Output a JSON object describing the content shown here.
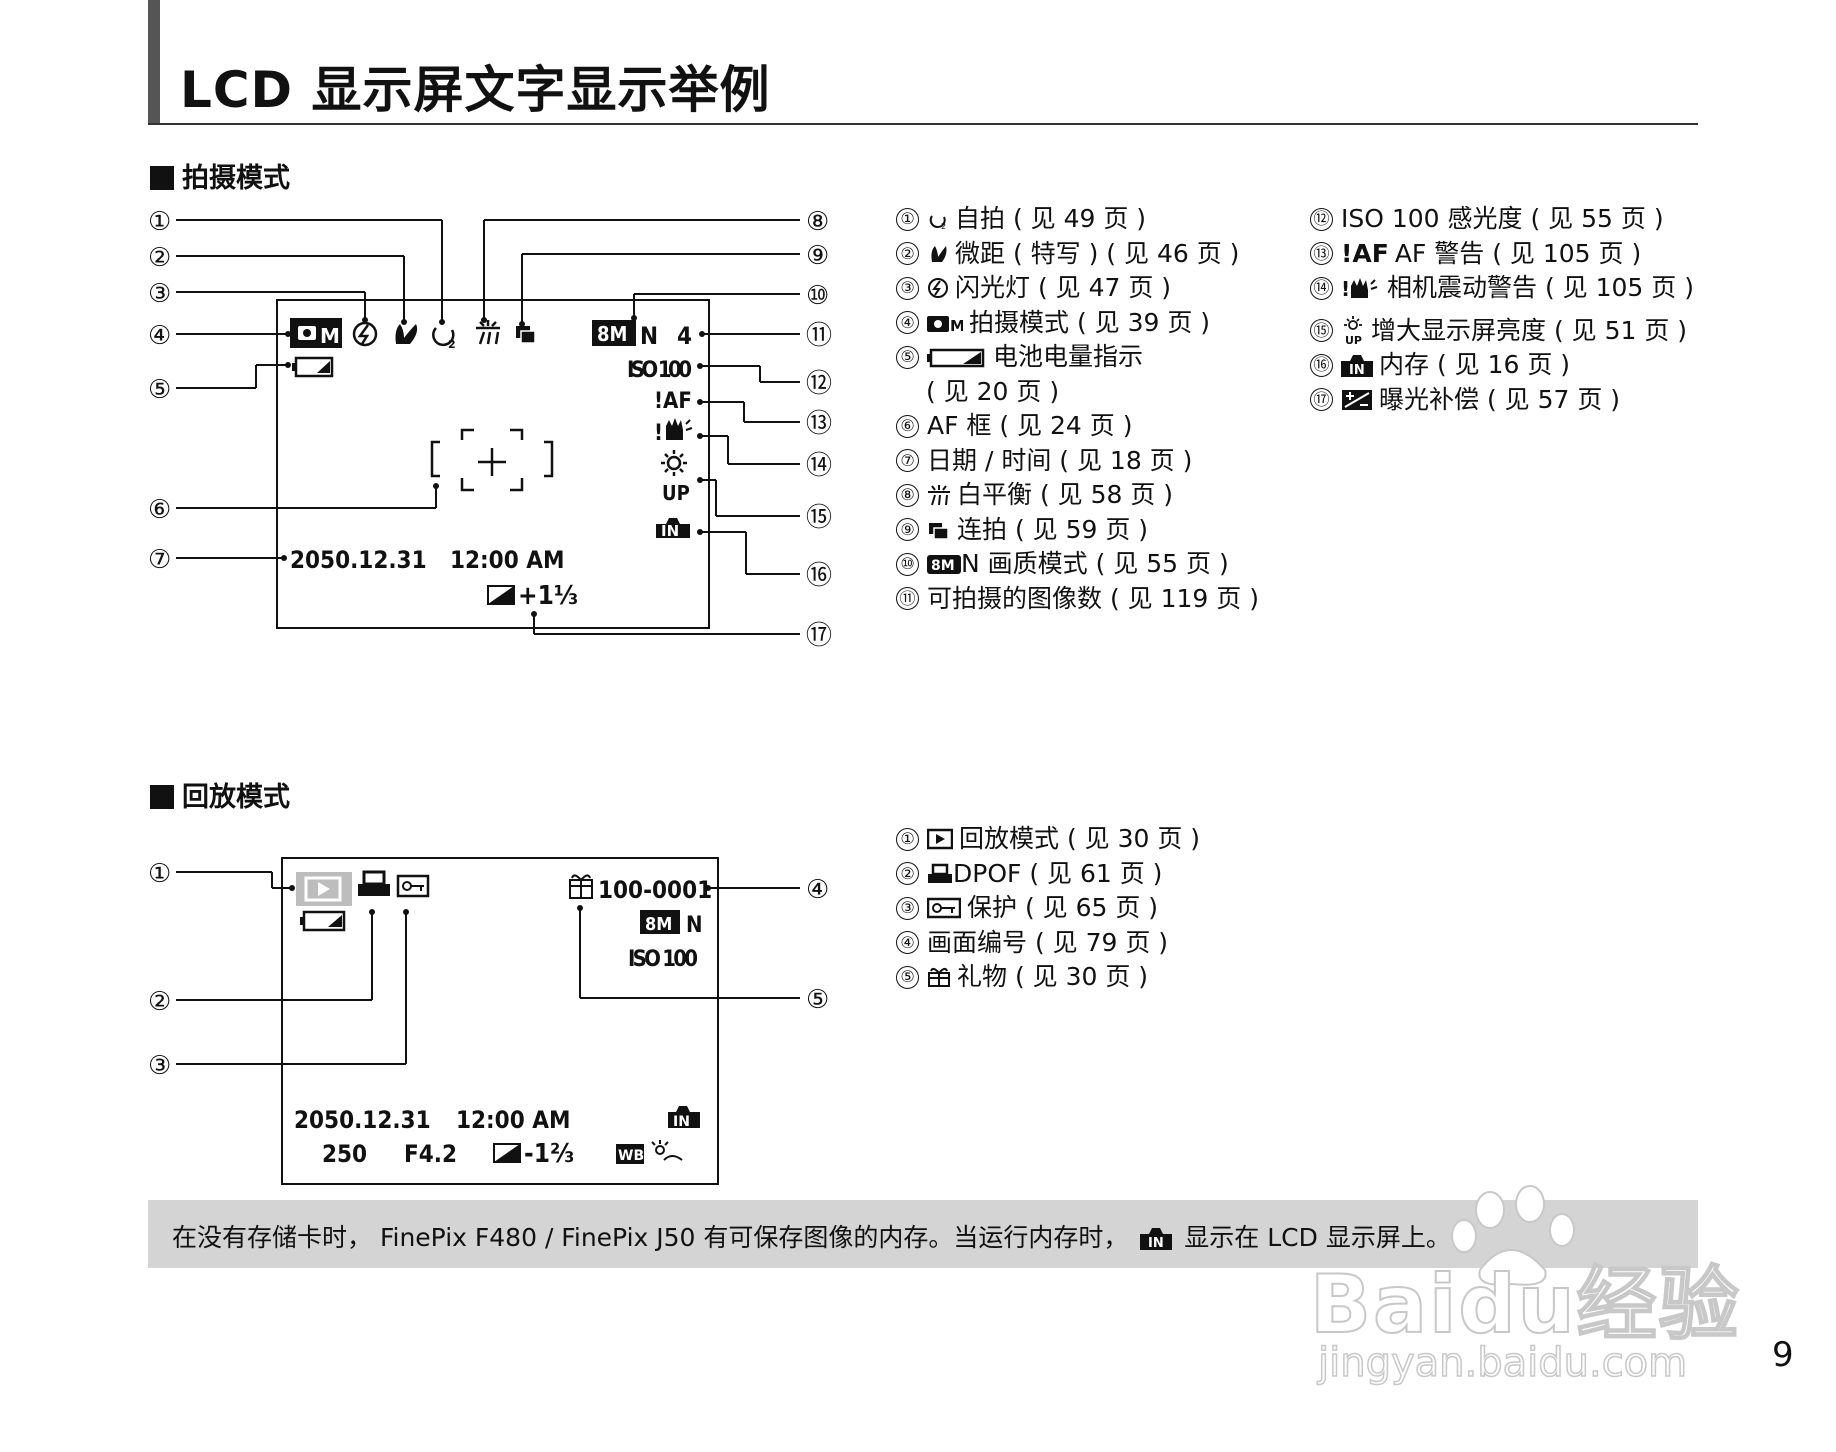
{
  "page_title": "LCD 显示屏文字显示举例",
  "shooting_section": {
    "title": "拍摄模式",
    "lcd": {
      "quality": "8M",
      "quality_suffix": "N",
      "shots_left": "4",
      "iso": "ISO 100",
      "af_warning": "!AF",
      "boost_label": "UP",
      "memory_label": "IN",
      "date": "2050.12.31",
      "time": "12:00 AM",
      "exposure": "+1⅓"
    },
    "callouts": [
      "①",
      "②",
      "③",
      "④",
      "⑤",
      "⑥",
      "⑦",
      "⑧",
      "⑨",
      "⑩",
      "⑪",
      "⑫",
      "⑬",
      "⑭",
      "⑮",
      "⑯",
      "⑰"
    ],
    "legend_col1": [
      {
        "n": "①",
        "icon": "self-timer-icon",
        "text": "自拍 ( 见 49 页 )"
      },
      {
        "n": "②",
        "icon": "macro-icon",
        "text": "微距 ( 特写 ) ( 见 46 页 )"
      },
      {
        "n": "③",
        "icon": "flash-icon",
        "text": "闪光灯 ( 见 47 页 )"
      },
      {
        "n": "④",
        "icon": "camera-mode-icon",
        "text": "拍摄模式 ( 见 39 页 )"
      },
      {
        "n": "⑤",
        "icon": "battery-icon",
        "text": "电池电量指示"
      },
      {
        "n": "",
        "icon": "",
        "text": "( 见 20 页 )"
      },
      {
        "n": "⑥",
        "icon": "",
        "text": "AF 框 ( 见 24 页 )"
      },
      {
        "n": "⑦",
        "icon": "",
        "text": "日期 / 时间 ( 见 18 页 )"
      },
      {
        "n": "⑧",
        "icon": "white-balance-icon",
        "text": "白平衡 ( 见 58 页 )"
      },
      {
        "n": "⑨",
        "icon": "continuous-icon",
        "text": "连拍 ( 见 59 页 )"
      },
      {
        "n": "⑩",
        "icon": "quality-8m-icon",
        "text": "N 画质模式 ( 见 55 页 )"
      },
      {
        "n": "⑪",
        "icon": "",
        "text": "可拍摄的图像数 ( 见 119 页 )"
      }
    ],
    "legend_col2": [
      {
        "n": "⑫",
        "icon": "",
        "text": "ISO 100 感光度 ( 见 55 页 )"
      },
      {
        "n": "⑬",
        "icon": "af-warning-icon",
        "text": "AF 警告 ( 见 105 页 )"
      },
      {
        "n": "⑭",
        "icon": "shake-warning-icon",
        "text": "相机震动警告 ( 见 105 页 )"
      },
      {
        "n": "⑮",
        "icon": "lcd-boost-icon",
        "text": "增大显示屏亮度 ( 见 51 页 )"
      },
      {
        "n": "⑯",
        "icon": "internal-memory-icon",
        "text": "内存 ( 见 16 页 )"
      },
      {
        "n": "⑰",
        "icon": "exposure-comp-icon",
        "text": "曝光补偿 ( 见 57 页 )"
      }
    ]
  },
  "playback_section": {
    "title": "回放模式",
    "lcd": {
      "frame_number": "100-0001",
      "quality": "8M",
      "quality_suffix": "N",
      "iso": "ISO 100",
      "date": "2050.12.31",
      "time": "12:00 AM",
      "shutter": "250",
      "aperture": "F4.2",
      "exposure": "-1⅔",
      "memory_label": "IN",
      "wb_label": "WB"
    },
    "callouts": [
      "①",
      "②",
      "③",
      "④",
      "⑤"
    ],
    "legend": [
      {
        "n": "①",
        "icon": "playback-icon",
        "text": "回放模式 ( 见 30 页 )"
      },
      {
        "n": "②",
        "icon": "dpof-icon",
        "text": "DPOF ( 见 61 页 )"
      },
      {
        "n": "③",
        "icon": "protect-icon",
        "text": "保护 ( 见 65 页 )"
      },
      {
        "n": "④",
        "icon": "",
        "text": "画面编号 ( 见 79 页 )"
      },
      {
        "n": "⑤",
        "icon": "gift-icon",
        "text": "礼物 ( 见 30 页 )"
      }
    ]
  },
  "note": {
    "before": "在没有存储卡时， FinePix F480 / FinePix J50 有可保存图像的内存。当运行内存时，",
    "after": "显示在 LCD 显示屏上。",
    "icon": "internal-memory-icon"
  },
  "page_number": "9",
  "watermark": {
    "main": "Baidu经验",
    "sub": "jingyan.baidu.com"
  }
}
